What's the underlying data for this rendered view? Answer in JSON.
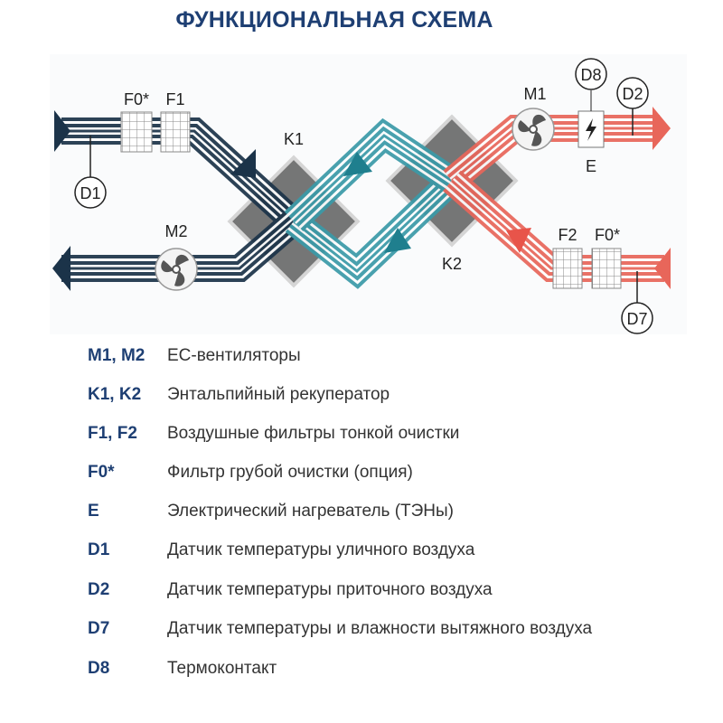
{
  "title": "ФУНКЦИОНАЛЬНАЯ СХЕМА",
  "diagram": {
    "labels": {
      "f0_top": "F0*",
      "f1": "F1",
      "k1": "K1",
      "k2": "K2",
      "m1": "M1",
      "m2": "M2",
      "f2": "F2",
      "f0_bottom": "F0*",
      "e": "E",
      "d1": "D1",
      "d2": "D2",
      "d7": "D7",
      "d8": "D8"
    },
    "colors": {
      "outdoor": "#1b3349",
      "mid": "#3a9aa8",
      "warm": "#e8665a",
      "core": "#4a4a4a"
    }
  },
  "legend": [
    {
      "key": "M1, M2",
      "desc": "ЕС-вентиляторы"
    },
    {
      "key": "K1, K2",
      "desc": "Энтальпийный рекуператор"
    },
    {
      "key": "F1, F2",
      "desc": "Воздушные фильтры тонкой очистки"
    },
    {
      "key": "F0*",
      "desc": "Фильтр грубой очистки (опция)"
    },
    {
      "key": "E",
      "desc": "Электрический нагреватель (ТЭНы)"
    },
    {
      "key": "D1",
      "desc": "Датчик температуры уличного воздуха"
    },
    {
      "key": "D2",
      "desc": "Датчик температуры приточного воздуха"
    },
    {
      "key": "D7",
      "desc": "Датчик температуры и влажности вытяжного воздуха"
    },
    {
      "key": "D8",
      "desc": "Термоконтакт"
    }
  ]
}
